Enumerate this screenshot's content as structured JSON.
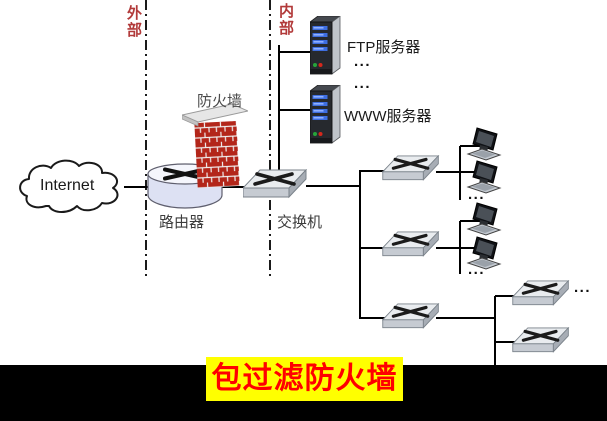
{
  "title_banner": {
    "text": "包过滤防火墙"
  },
  "zones": {
    "external": "外部",
    "internal": "内部"
  },
  "nodes": {
    "internet": {
      "label": "Internet"
    },
    "router": {
      "label": "路由器"
    },
    "firewall": {
      "label": "防火墙"
    },
    "core_switch": {
      "label": "交换机"
    },
    "ftp_server": {
      "label": "FTP服务器"
    },
    "www_server": {
      "label": "WWW服务器"
    }
  },
  "ellipsis": "...",
  "colors": {
    "zone_label": "#b23a3a",
    "banner_bg": "#000000",
    "banner_highlight": "#ffff00",
    "banner_text": "#ff0000",
    "brick": "#b3261a",
    "line": "#000000"
  }
}
